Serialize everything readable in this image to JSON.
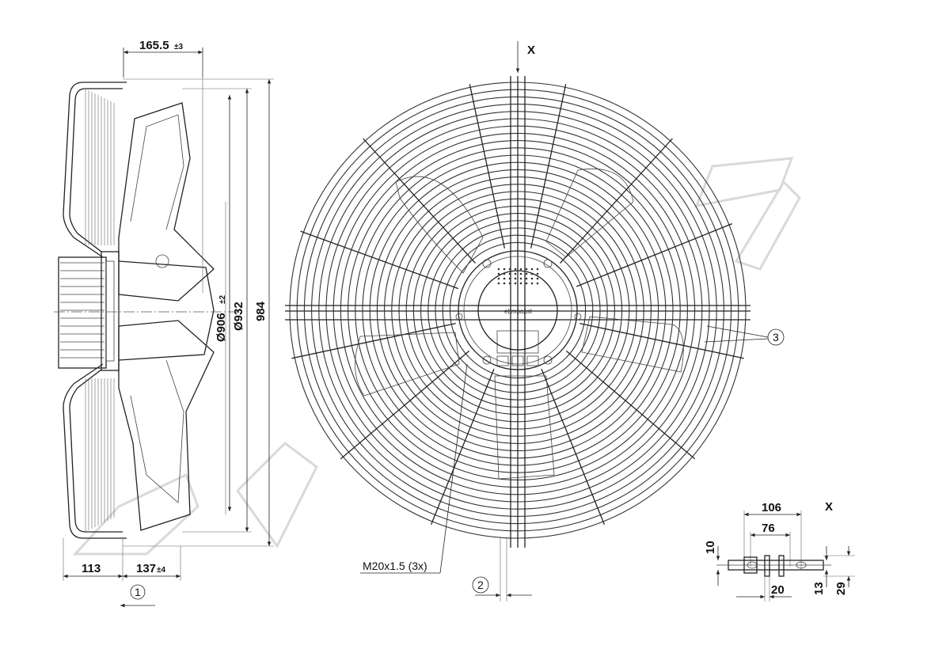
{
  "side_view": {
    "dim_top": "165.5",
    "dim_top_tol": "±3",
    "dim_d906": "Ø906",
    "dim_d906_tol": "±2",
    "dim_d932": "Ø932",
    "dim_984": "984",
    "dim_113": "113",
    "dim_137": "137",
    "dim_137_tol": "±4",
    "callout_1": "1"
  },
  "front_view": {
    "x_marker": "X",
    "callout_2": "2",
    "callout_3": "3",
    "cable_gland_label": "M20x1.5 (3x)",
    "brand_text": "ebmpapst"
  },
  "detail_x": {
    "title": "X",
    "dim_106": "106",
    "dim_76": "76",
    "dim_10": "10",
    "dim_20": "20",
    "dim_13": "13",
    "dim_29": "29"
  },
  "colors": {
    "line": "#222222",
    "watermark": "#d9d9d9",
    "background": "#ffffff"
  }
}
